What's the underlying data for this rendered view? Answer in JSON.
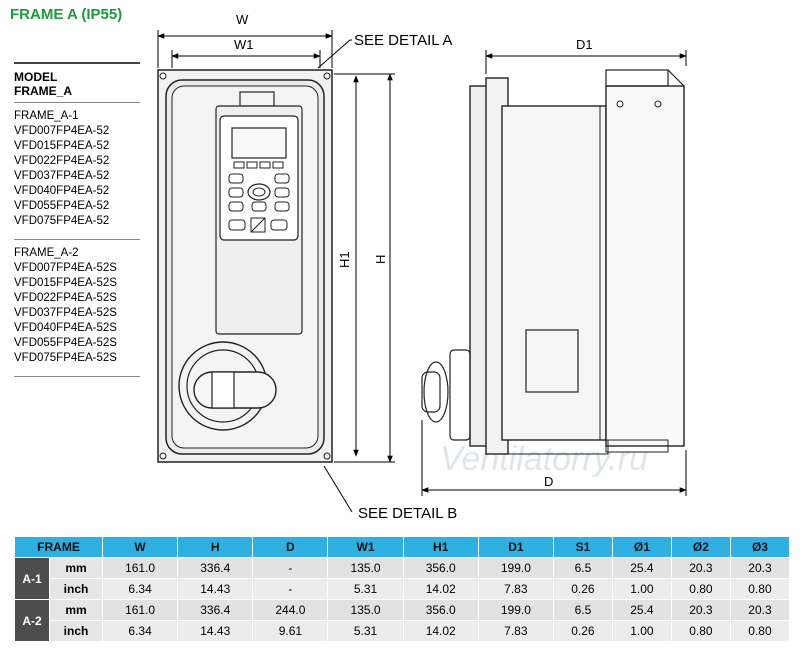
{
  "title": "FRAME A (IP55)",
  "models": {
    "header_line1": "MODEL",
    "header_line2": "FRAME_A",
    "groups": [
      {
        "name": "FRAME_A-1",
        "items": [
          "VFD007FP4EA-52",
          "VFD015FP4EA-52",
          "VFD022FP4EA-52",
          "VFD037FP4EA-52",
          "VFD040FP4EA-52",
          "VFD055FP4EA-52",
          "VFD075FP4EA-52"
        ]
      },
      {
        "name": "FRAME_A-2",
        "items": [
          "VFD007FP4EA-52S",
          "VFD015FP4EA-52S",
          "VFD022FP4EA-52S",
          "VFD037FP4EA-52S",
          "VFD040FP4EA-52S",
          "VFD055FP4EA-52S",
          "VFD075FP4EA-52S"
        ]
      }
    ]
  },
  "drawing": {
    "dim_labels": {
      "w": "W",
      "w1": "W1",
      "h": "H",
      "h1": "H1",
      "d": "D",
      "d1": "D1"
    },
    "callouts": {
      "detail_a": "SEE DETAIL A",
      "detail_b": "SEE DETAIL B"
    },
    "watermark": "Ventilatorry.ru"
  },
  "table": {
    "columns": [
      "FRAME",
      "W",
      "H",
      "D",
      "W1",
      "H1",
      "D1",
      "S1",
      "Ø1",
      "Ø2",
      "Ø3"
    ],
    "rows": [
      {
        "frame": "A-1",
        "unit": "mm",
        "values": [
          "161.0",
          "336.4",
          "-",
          "135.0",
          "356.0",
          "199.0",
          "6.5",
          "25.4",
          "20.3",
          "20.3"
        ]
      },
      {
        "frame": "A-1",
        "unit": "inch",
        "values": [
          "6.34",
          "14.43",
          "-",
          "5.31",
          "14.02",
          "7.83",
          "0.26",
          "1.00",
          "0.80",
          "0.80"
        ]
      },
      {
        "frame": "A-2",
        "unit": "mm",
        "values": [
          "161.0",
          "336.4",
          "244.0",
          "135.0",
          "356.0",
          "199.0",
          "6.5",
          "25.4",
          "20.3",
          "20.3"
        ]
      },
      {
        "frame": "A-2",
        "unit": "inch",
        "values": [
          "6.34",
          "14.43",
          "9.61",
          "5.31",
          "14.02",
          "7.83",
          "0.26",
          "1.00",
          "0.80",
          "0.80"
        ]
      }
    ]
  },
  "colors": {
    "title_green": "#1a9a3a",
    "table_header": "#2fb0e3",
    "frame_cell": "#4d4d4d"
  }
}
